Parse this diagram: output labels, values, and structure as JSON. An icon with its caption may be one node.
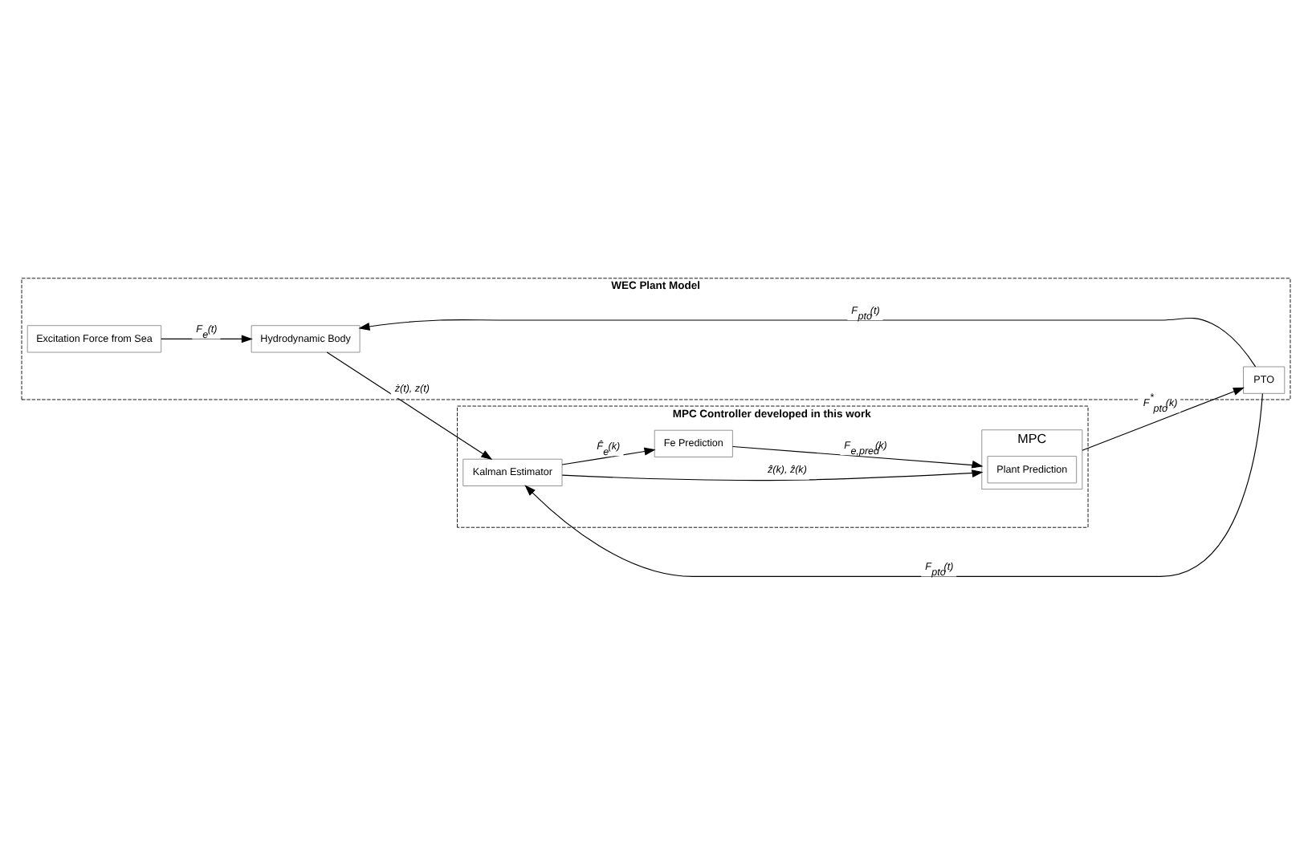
{
  "diagram": {
    "nodes": [
      {
        "text": [
          "WEC Plant Model"
        ]
      },
      {
        "text": [
          "Excitation Force from Sea"
        ],
        "in": 0
      },
      {
        "text": [
          "Hydrodynamic Body"
        ],
        "in": 0
      },
      {
        "text": [
          "PTO"
        ],
        "in": 0
      },
      {
        "text": [
          "MPC Controller developed in this work"
        ]
      },
      {
        "text": [
          "MPC"
        ],
        "in": 4
      },
      {
        "text": [
          "Plant Prediction"
        ],
        "in": 5
      },
      {
        "text": [
          "Fe Prediction"
        ],
        "in": 4
      },
      {
        "text": [
          "Kalman Estimator"
        ],
        "in": 4
      }
    ],
    "edges": [
      {
        "from": 1,
        "to": 2,
        "arrow": "to",
        "label": "F$_{e}$(t)"
      },
      {
        "from": 3,
        "to": 2,
        "arrow": "to",
        "label": "F$_{pto}$(t)"
      },
      {
        "from": 3,
        "to": 8,
        "arrow": "to",
        "label": "F$_{pto}$(t)"
      },
      {
        "from": 2,
        "to": 8,
        "arrow": "to",
        "label": "ż(t), z(t)"
      },
      {
        "from": 8,
        "to": 7,
        "arrow": "to",
        "label": "F̂$_{e}$(k)"
      },
      {
        "from": 7,
        "to": 5,
        "arrow": "to",
        "label": "F$_{e,pred}$(k)"
      },
      {
        "from": 8,
        "to": 5,
        "arrow": "to",
        "label": "ż̂(k), ẑ(k)"
      },
      {
        "from": 5,
        "to": 3,
        "arrow": "to",
        "label": "F$^{*}$$_{pto}$(k)"
      }
    ]
  }
}
